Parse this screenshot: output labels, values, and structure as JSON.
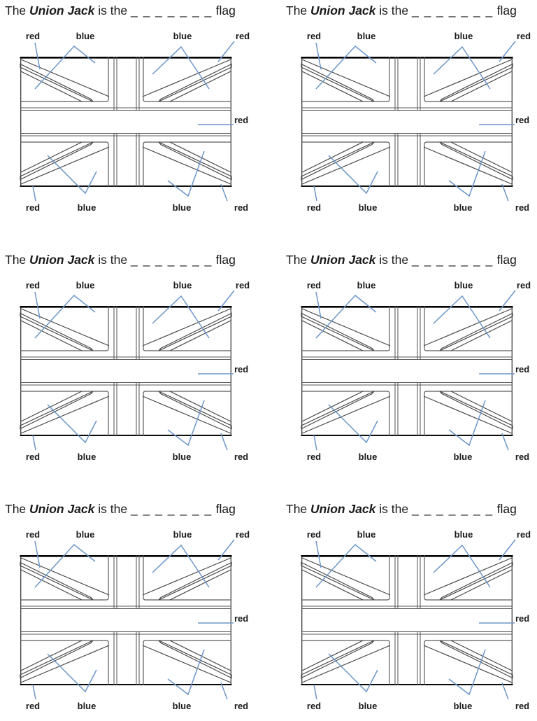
{
  "document_type": "worksheet",
  "colors": {
    "page_background": "#ffffff",
    "text_black": "#1a1a1a",
    "leader_blue": "#6b95c9",
    "flag_border_black": "#000000",
    "flag_outline_gray": "#3a3a3a",
    "cross_line_gray": "#5a5a5a",
    "diagonal_line_gray": "#474747"
  },
  "panels": [
    {
      "title": {
        "prefix": "The",
        "flag_name": "Union Jack",
        "middle": "is the",
        "blanks": "_ _ _ _ _ _ _",
        "suffix": "flag"
      },
      "top_labels": [
        "red",
        "blue",
        "blue",
        "red"
      ],
      "middle_right_label": "red",
      "bottom_labels": [
        "red",
        "blue",
        "blue",
        "red"
      ]
    },
    {
      "title": {
        "prefix": "The",
        "flag_name": "Union Jack",
        "middle": "is the",
        "blanks": "_ _ _ _ _ _ _",
        "suffix": "flag"
      },
      "top_labels": [
        "red",
        "blue",
        "blue",
        "red"
      ],
      "middle_right_label": "red",
      "bottom_labels": [
        "red",
        "blue",
        "blue",
        "red"
      ]
    },
    {
      "title": {
        "prefix": "The",
        "flag_name": "Union Jack",
        "middle": "is the",
        "blanks": "_ _ _ _ _ _ _",
        "suffix": "flag"
      },
      "top_labels": [
        "red",
        "blue",
        "blue",
        "red"
      ],
      "middle_right_label": "red",
      "bottom_labels": [
        "red",
        "blue",
        "blue",
        "red"
      ]
    },
    {
      "title": {
        "prefix": "The",
        "flag_name": "Union Jack",
        "middle": "is the",
        "blanks": "_ _ _ _ _ _ _",
        "suffix": "flag"
      },
      "top_labels": [
        "red",
        "blue",
        "blue",
        "red"
      ],
      "middle_right_label": "red",
      "bottom_labels": [
        "red",
        "blue",
        "blue",
        "red"
      ]
    },
    {
      "title": {
        "prefix": "The",
        "flag_name": "Union Jack",
        "middle": "is the",
        "blanks": "_ _ _ _ _ _ _",
        "suffix": "flag"
      },
      "top_labels": [
        "red",
        "blue",
        "blue",
        "red"
      ],
      "middle_right_label": "red",
      "bottom_labels": [
        "red",
        "blue",
        "blue",
        "red"
      ]
    },
    {
      "title": {
        "prefix": "The",
        "flag_name": "Union Jack",
        "middle": "is the",
        "blanks": "_ _ _ _ _ _ _",
        "suffix": "flag"
      },
      "top_labels": [
        "red",
        "blue",
        "blue",
        "red"
      ],
      "middle_right_label": "red",
      "bottom_labels": [
        "red",
        "blue",
        "blue",
        "red"
      ]
    }
  ]
}
